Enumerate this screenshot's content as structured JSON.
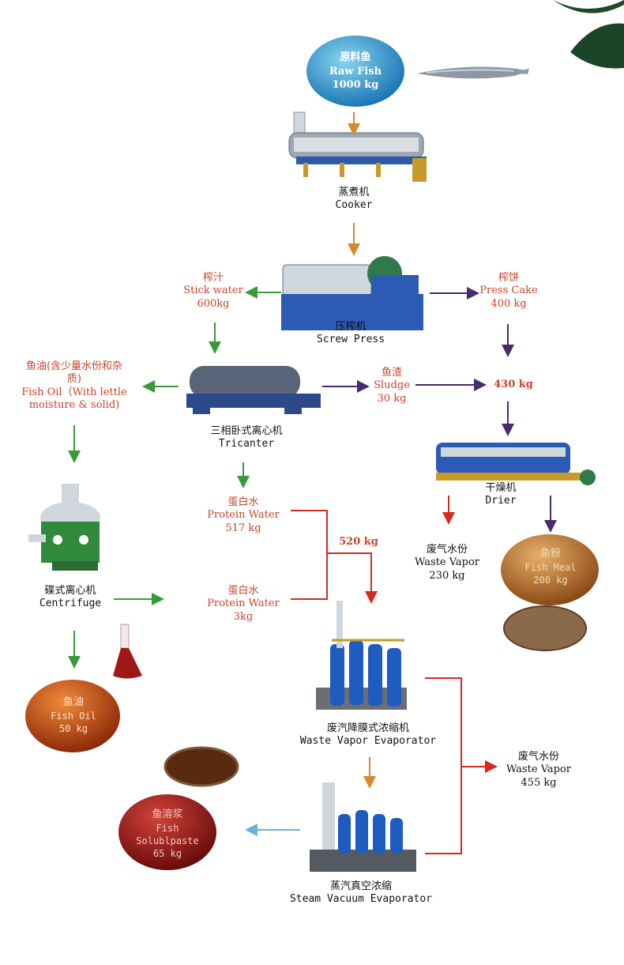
{
  "raw_fish": {
    "cn": "原料鱼",
    "en": "Raw Fish",
    "qty": "1000 kg",
    "color": "#2f93c9"
  },
  "cooker": {
    "cn": "蒸煮机",
    "en": "Cooker"
  },
  "stick_water": {
    "cn": "榨汁",
    "en": "Stick water",
    "qty": "600kg"
  },
  "screw_press": {
    "cn": "压榨机",
    "en": "Screw Press"
  },
  "press_cake": {
    "cn": "榨饼",
    "en": "Press Cake",
    "qty": "400 kg"
  },
  "fish_oil_moist": {
    "cn1": "鱼油(含少量水份和杂",
    "cn2": "质)",
    "en1": "Fish Oil（With lettle",
    "en2": "moisture & solid)"
  },
  "tricanter": {
    "cn": "三相卧式离心机",
    "en": "Tricanter"
  },
  "sludge": {
    "cn": "鱼渣",
    "en": "Sludge",
    "qty": "30 kg"
  },
  "total_430": "430 kg",
  "drier": {
    "cn": "干燥机",
    "en": "Drier"
  },
  "protein_water_1": {
    "cn": "蛋白水",
    "en": "Protein Water",
    "qty": "517 kg"
  },
  "total_520": "520 kg",
  "centrifuge": {
    "cn": "碟式离心机",
    "en": "Centrifuge"
  },
  "protein_water_2": {
    "cn": "蛋白水",
    "en": "Protein Water",
    "qty": "3kg"
  },
  "waste_vapor_230": {
    "cn": "废气水份",
    "en": "Waste Vapor",
    "qty": "230 kg"
  },
  "fish_meal": {
    "cn": "鱼粉",
    "en": "Fish Meal",
    "qty": "200 kg",
    "color": "#b8702a"
  },
  "fish_oil": {
    "cn": "鱼油",
    "en": "Fish Oil",
    "qty": "50 kg",
    "color": "#c0521a"
  },
  "wv_evaporator": {
    "cn": "废汽降膜式浓缩机",
    "en": "Waste Vapor  Evaporator"
  },
  "waste_vapor_455": {
    "cn": "废气水份",
    "en": "Waste Vapor",
    "qty": "455 kg"
  },
  "fish_solubl": {
    "cn": "鱼溶浆",
    "en1": "Fish",
    "en2": "Solublpaste",
    "qty": "65 kg",
    "color": "#9e1c1c"
  },
  "steam_evaporator": {
    "cn": "蒸汽真空浓缩",
    "en": "Steam Vacuum Evaporator"
  },
  "arrow_colors": {
    "orange": "#d8892e",
    "green": "#3a9a3a",
    "purple": "#4a2a6e",
    "red": "#d42a1e",
    "blue": "#6fb0d8"
  }
}
